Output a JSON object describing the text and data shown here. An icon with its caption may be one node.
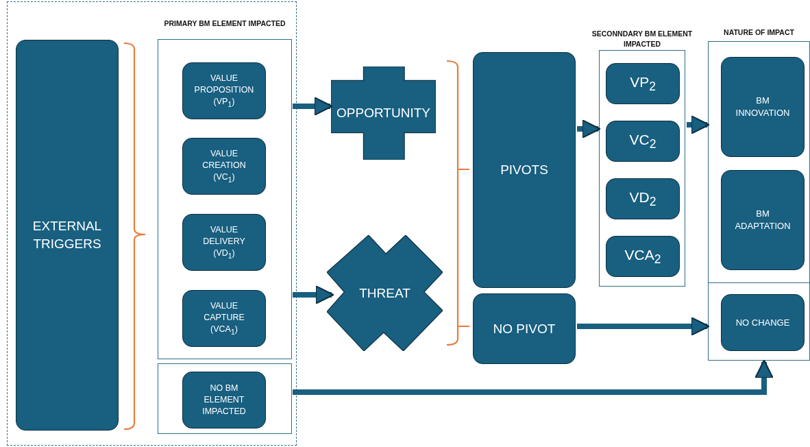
{
  "diagram": {
    "nodes": [
      {
        "text": [],
        "shape": "box"
      },
      {
        "text": [
          "EXTERNAL TRIGGERS"
        ],
        "in": 0
      },
      {
        "text": [
          "PRIMARY BM ELEMENT IMPACTED"
        ],
        "in": 0
      },
      {
        "text": [
          "VALUE PROPOSITION (VP$_{1}$)"
        ],
        "in": 2
      },
      {
        "text": [
          "VALUE CREATION (VC$_{1}$)"
        ],
        "in": 2
      },
      {
        "text": [
          "VALUE DELIVERY (VD$_{1}$)"
        ],
        "in": 2
      },
      {
        "text": [
          "VALUE CAPTURE (VCA$_{1}$)"
        ],
        "in": 2
      },
      {
        "text": [],
        "shape": "box",
        "in": 0
      },
      {
        "text": [
          "NO BM ELEMENT IMPACTED"
        ],
        "in": 7
      },
      {
        "text": [
          "OPPORTUNITY"
        ]
      },
      {
        "text": [
          "THREAT"
        ]
      },
      {
        "text": [
          "PIVOTS"
        ]
      },
      {
        "text": [
          "NO PIVOT"
        ]
      },
      {
        "text": [
          "SECONNDARY BM ELEMENT IMPACTED"
        ]
      },
      {
        "text": [
          "VP$_{2}$"
        ],
        "in": 13
      },
      {
        "text": [
          "VC$_{2}$"
        ],
        "in": 13
      },
      {
        "text": [
          "VD$_{2}$"
        ],
        "in": 13
      },
      {
        "text": [
          "VCA$_{2}$"
        ],
        "in": 13
      },
      {
        "text": [
          "NATURE OF IMPACT"
        ]
      },
      {
        "text": [
          "BM INNOVATION"
        ],
        "in": 18
      },
      {
        "text": [
          "BM ADAPTATION"
        ],
        "in": 18
      },
      {
        "text": [],
        "shape": "box"
      },
      {
        "text": [
          "NO CHANGE"
        ],
        "in": 21
      }
    ],
    "edges": [
      {
        "from": 2,
        "to": 9,
        "arrow": "to"
      },
      {
        "from": 2,
        "to": 10,
        "arrow": "to"
      },
      {
        "from": 11,
        "to": 13,
        "arrow": "to"
      },
      {
        "from": 13,
        "to": 18,
        "arrow": "to"
      },
      {
        "from": 12,
        "to": 21,
        "arrow": "to"
      },
      {
        "from": 7,
        "to": 21,
        "arrow": "to"
      }
    ]
  }
}
